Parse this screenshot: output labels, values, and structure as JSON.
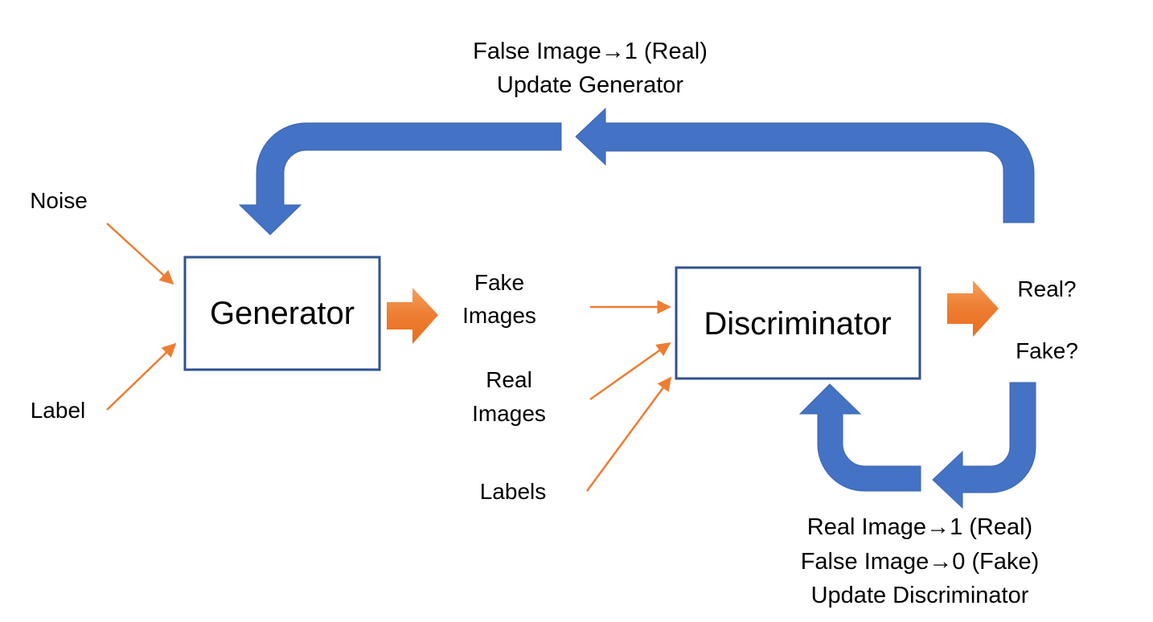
{
  "inputs": {
    "noise": "Noise",
    "label": "Label"
  },
  "generator": {
    "title": "Generator"
  },
  "data": {
    "fake_1": "Fake",
    "fake_2": "Images",
    "real_1": "Real",
    "real_2": "Images",
    "labels": "Labels"
  },
  "discriminator": {
    "title": "Discriminator"
  },
  "outputs": {
    "real": "Real?",
    "fake": "Fake?"
  },
  "generator_update": {
    "line1": "False Image→1 (Real)",
    "line2": "Update Generator"
  },
  "discriminator_update": {
    "line1": "Real Image→1 (Real)",
    "line2": "False Image→0 (Fake)",
    "line3": "Update Discriminator"
  },
  "colors": {
    "box_border": "#2f528f",
    "loop_arrow": "#4472c4",
    "flow_arrow": "#ed7d31"
  }
}
